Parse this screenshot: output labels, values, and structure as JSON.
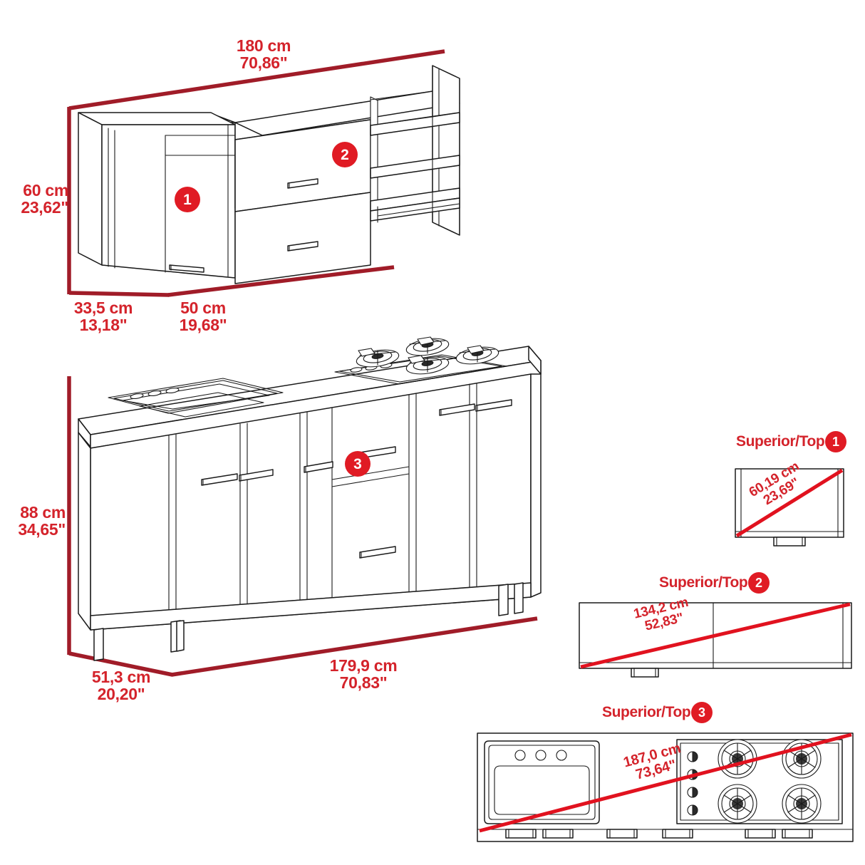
{
  "page": {
    "type": "furniture-dimension-spec-sheet",
    "background": "#ffffff",
    "dimension_color": "#a01c28",
    "text_color": "#d4232b",
    "badge_color": "#e01b24",
    "line_color": "#1a1a1a"
  },
  "figures": {
    "upper_cabinet": {
      "name": "Upper wall cabinet assembly",
      "badges": [
        {
          "id": "1",
          "label": "1"
        },
        {
          "id": "2",
          "label": "2"
        }
      ],
      "dimensions": {
        "width": {
          "cm": "180 cm",
          "in": "70,86\""
        },
        "height": {
          "cm": "60 cm",
          "in": "23,62\""
        },
        "depth": {
          "cm": "33,5 cm",
          "in": "13,18\""
        },
        "module_width": {
          "cm": "50 cm",
          "in": "19,68\""
        }
      }
    },
    "lower_cabinet": {
      "name": "Lower base cabinet with sink and cooktop",
      "badges": [
        {
          "id": "3",
          "label": "3"
        }
      ],
      "dimensions": {
        "height": {
          "cm": "88 cm",
          "in": "34,65\""
        },
        "depth": {
          "cm": "51,3 cm",
          "in": "20,20\""
        },
        "width": {
          "cm": "179,9 cm",
          "in": "70,83\""
        }
      }
    }
  },
  "top_views": [
    {
      "id": "top1",
      "title": "Superior/Top",
      "badge": "1",
      "diagonal": {
        "cm": "60,19 cm",
        "in": "23,69\""
      },
      "contents": "plain-panel"
    },
    {
      "id": "top2",
      "title": "Superior/Top",
      "badge": "2",
      "diagonal": {
        "cm": "134,2 cm",
        "in": "52,83\""
      },
      "contents": "plain-panel"
    },
    {
      "id": "top3",
      "title": "Superior/Top",
      "badge": "3",
      "diagonal": {
        "cm": "187,0 cm",
        "in": "73,64\""
      },
      "contents": "sink-and-cooktop",
      "sink": {
        "faucet_holes": 3
      },
      "cooktop": {
        "burners": 4,
        "knobs": 4
      }
    }
  ]
}
